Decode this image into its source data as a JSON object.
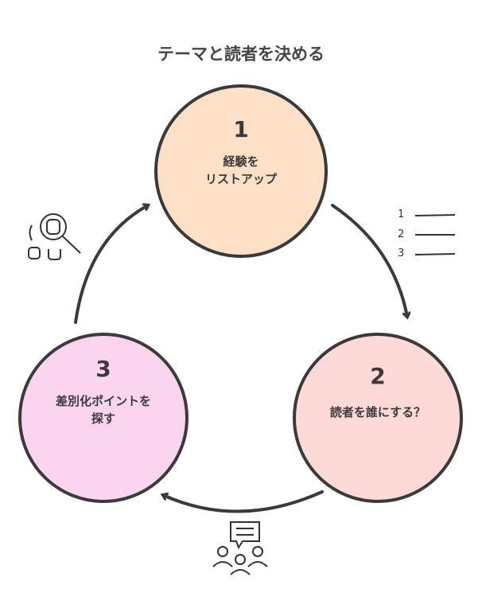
{
  "title": "テーマと読者を決める",
  "steps": [
    {
      "number": "1",
      "line1": "経験を",
      "line2": "リストアップ",
      "color": "#fde0c6"
    },
    {
      "number": "2",
      "line1": "読者を誰にする？",
      "line2": "",
      "color": "#fdd9d8"
    },
    {
      "number": "3",
      "line1": "差別化ポイントを",
      "line2": "探す",
      "color": "#fbd4ef"
    }
  ],
  "list_icon": {
    "items": [
      "1",
      "2",
      "3"
    ]
  },
  "icons": [
    "search-grid-icon",
    "list-icon",
    "group-chat-icon"
  ]
}
